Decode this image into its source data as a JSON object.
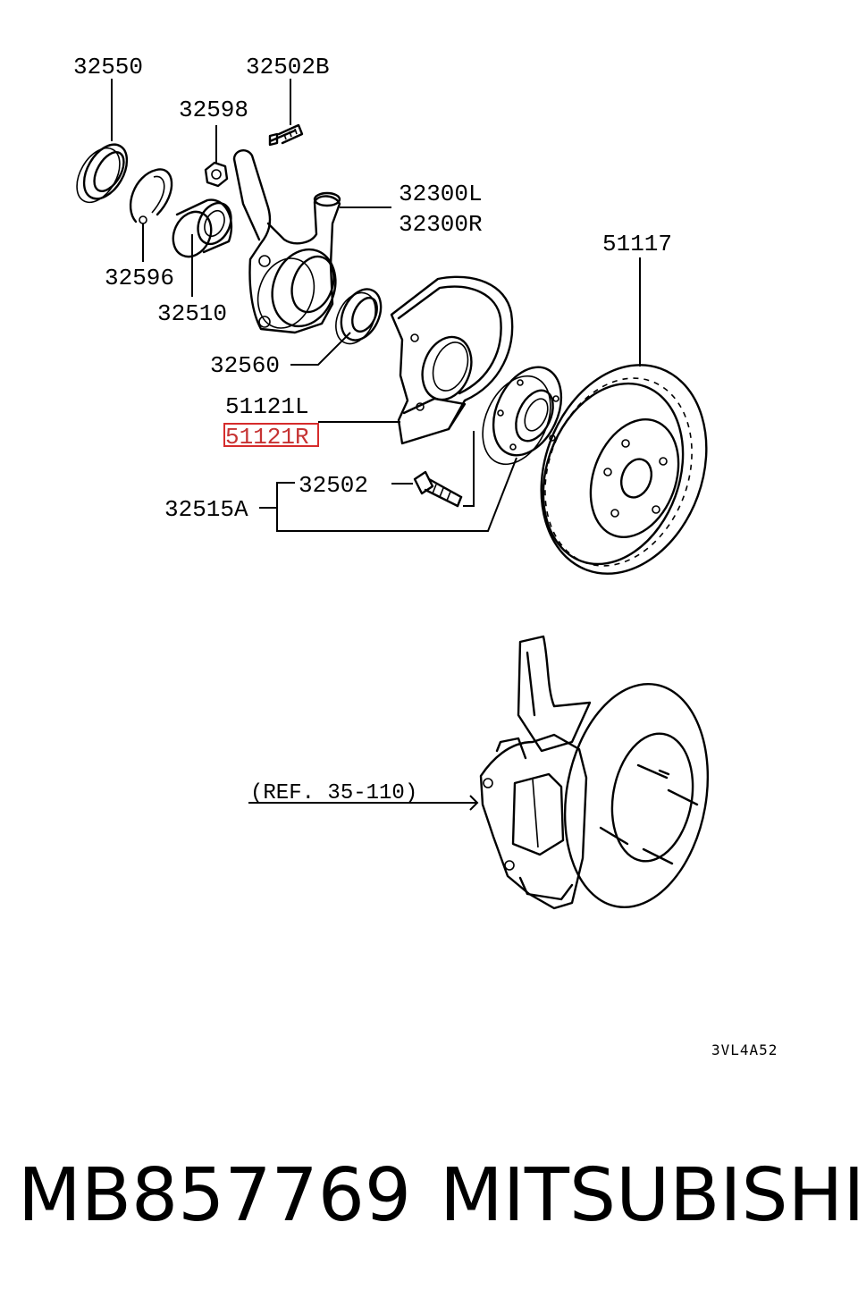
{
  "labels": {
    "p32550": "32550",
    "p32502B": "32502B",
    "p32598": "32598",
    "p32300L": "32300L",
    "p32300R": "32300R",
    "p51117": "51117",
    "p32596": "32596",
    "p32510": "32510",
    "p32560": "32560",
    "p51121L": "51121L",
    "p51121R": "51121R",
    "p32502": "32502",
    "p32515A": "32515A",
    "ref": "(REF. 35-110)"
  },
  "diagram_code": "3VL4A52",
  "footer": {
    "part_number": "MB857769",
    "brand": "MITSUBISHI"
  },
  "highlight": {
    "label": "51121R",
    "color": "#d62c2c"
  }
}
